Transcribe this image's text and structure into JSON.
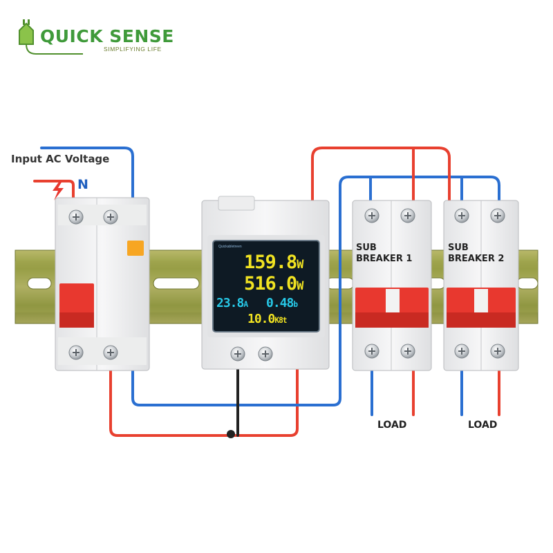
{
  "brand": {
    "name": "QUICK SENSE",
    "tagline": "SIMPLIFYING LIFE",
    "color": "#3f9a3a"
  },
  "labels": {
    "input_ac": "Input AC Voltage",
    "neutral": "N",
    "sub_breaker_1": [
      "SUB",
      "BREAKER 1"
    ],
    "sub_breaker_2": [
      "SUB",
      "BREAKER 2"
    ],
    "load_1": "LOAD",
    "load_2": "LOAD"
  },
  "meter": {
    "screen_brand": "Quickabletreen",
    "power": {
      "value": "159.8",
      "unit": "W"
    },
    "apparent_power": {
      "value": "516.0",
      "unit": "W"
    },
    "current": {
      "value": "23.8",
      "unit": "A"
    },
    "power_factor": {
      "value": "0.48",
      "unit": "b"
    },
    "energy": {
      "value": "10.0",
      "unit": "K8t"
    }
  },
  "colors": {
    "live_wire": "#e8402f",
    "neutral_wire": "#2a6fd1",
    "ground_wire": "#222222",
    "breaker_handle": "#e8382f",
    "test_button": "#f7a623",
    "din_rail": "#8f9a3c",
    "screen_bg": "#0e1a24",
    "readout_yellow": "#f1e322",
    "readout_cyan": "#27c9e8",
    "brand_green": "#3f9a3a"
  },
  "icons": [
    "plug-icon",
    "lightning-icon",
    "screw-terminal-icon"
  ]
}
